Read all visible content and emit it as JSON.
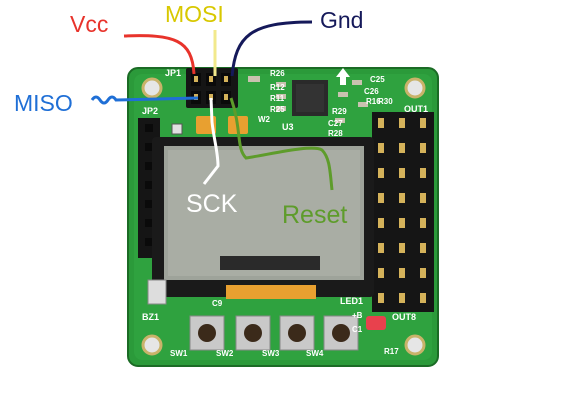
{
  "wire_labels": {
    "vcc": {
      "text": "Vcc",
      "color": "#e8332b"
    },
    "mosi": {
      "text": "MOSI",
      "color": "#d8c800"
    },
    "gnd": {
      "text": "Gnd",
      "color": "#15195a"
    },
    "miso": {
      "text": "MISO",
      "color": "#1f6fd6"
    },
    "sck": {
      "text": "SCK",
      "color": "#ffffff"
    },
    "reset": {
      "text": "Reset",
      "color": "#5e9c2b"
    }
  },
  "board": {
    "silkscreen": {
      "jp1": "JP1",
      "jp2": "JP2",
      "u3": "U3",
      "out1": "OUT1",
      "out8": "OUT8",
      "led1": "LED1",
      "bz1": "BZ1",
      "sw1": "SW1",
      "sw2": "SW2",
      "sw3": "SW3",
      "sw4": "SW4",
      "r26": "R26",
      "r12": "R12",
      "r11": "R11",
      "r25": "R25",
      "r29": "R29",
      "r28": "R28",
      "r30": "R30",
      "r17": "R17",
      "c25": "C25",
      "c26": "C26",
      "c27": "C27",
      "c9": "C9",
      "c1": "C1",
      "r16": "R16",
      "w2": "W2",
      "plus_b": "+B"
    },
    "colors": {
      "pcb": "#2b9a3a",
      "pcb_dark": "#1f7d2c",
      "lcd": "#9ea39a"
    }
  }
}
